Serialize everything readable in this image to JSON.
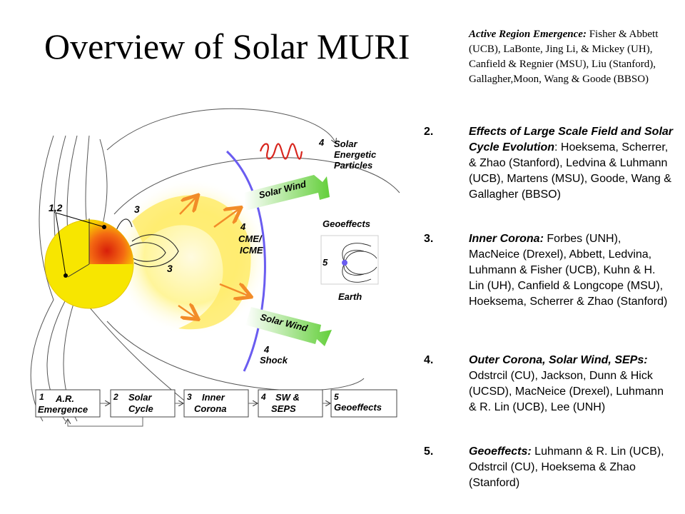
{
  "title": "Overview of Solar MURI",
  "list": [
    {
      "num": "",
      "head": "Active Region Emergence:",
      "body": " Fisher & Abbett (UCB), LaBonte, Jing Li, & Mickey (UH), Canfield & Regnier  (MSU), Liu (Stanford), Gallagher,Moon, Wang & Goode (BBSO)"
    },
    {
      "num": "2.",
      "head": "Effects of Large Scale Field and Solar Cycle Evolution",
      "body": ": Hoeksema, Scherrer, & Zhao (Stanford), Ledvina & Luhmann (UCB), Martens (MSU), Goode, Wang & Gallagher (BBSO)"
    },
    {
      "num": "3.",
      "head": "Inner Corona:",
      "body": " Forbes (UNH), MacNeice (Drexel), Abbett, Ledvina, Luhmann & Fisher (UCB), Kuhn & H. Lin (UH), Canfield & Longcope (MSU), Hoeksema, Scherrer & Zhao (Stanford)"
    },
    {
      "num": "4.",
      "head": "Outer Corona, Solar Wind, SEPs:",
      "body": " Odstrcil (CU), Jackson, Dunn & Hick (UCSD), MacNeice (Drexel), Luhmann & R. Lin (UCB), Lee (UNH)"
    },
    {
      "num": "5.",
      "head": "Geoeffects:",
      "body": " Luhmann & R. Lin (UCB), Odstrcil (CU), Hoeksema & Zhao (Stanford)"
    }
  ],
  "diagram": {
    "label_12": "1,2",
    "label_3a": "3",
    "label_3b": "3",
    "label_4_particles": "4",
    "solar_energetic_particles": [
      "Solar",
      "Energetic",
      "Particles"
    ],
    "solar_wind_top": "Solar Wind",
    "solar_wind_bottom": "Solar Wind",
    "label_4_cme": "4",
    "cme_icme": [
      "CME/",
      "ICME"
    ],
    "geoeffects": "Geoeffects",
    "label_5": "5",
    "earth": "Earth",
    "label_4_shock": "4",
    "shock": "Shock",
    "flow_boxes": [
      {
        "num": "1",
        "lines": [
          "A.R.",
          "Emergence"
        ]
      },
      {
        "num": "2",
        "lines": [
          "Solar",
          "Cycle"
        ]
      },
      {
        "num": "3",
        "lines": [
          "Inner",
          "Corona"
        ]
      },
      {
        "num": "4",
        "lines": [
          "SW &",
          "SEPS"
        ]
      },
      {
        "num": "5",
        "lines": [
          "Geoeffects"
        ]
      }
    ]
  },
  "colors": {
    "sun": "#f8e800",
    "sun_core": "#e23a10",
    "wind": "#7ed957",
    "shock": "#6a5cf0",
    "arrow": "#f28c28",
    "particles": "#d8261e"
  }
}
